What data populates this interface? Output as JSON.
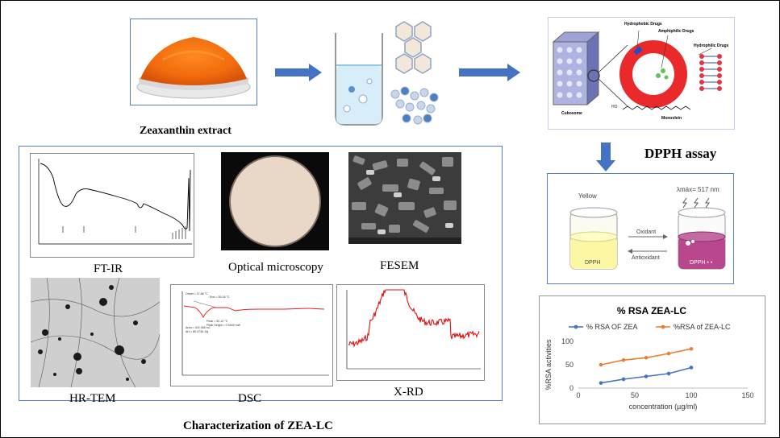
{
  "labels": {
    "zeaxanthin": "Zeaxanthin extract",
    "dpph_assay": "DPPH assay",
    "ftir": "FT-IR",
    "optical": "Optical microscopy",
    "fesem": "FESEM",
    "hrtem": "HR-TEM",
    "dsc": "DSC",
    "xrd": "X-RD",
    "characterization": "Characterization of ZEA-LC"
  },
  "cubosome": {
    "hydrophobic": "Hydrophobic Drugs",
    "amphiphilic": "Amphiphilic Drugs",
    "hydrophilic": "Hydrophilic Drugs",
    "cubosome": "Cubosome",
    "monoolein": "Monoolein"
  },
  "dpph": {
    "yellow": "Yellow",
    "lambda": "λmáx= 517 nm",
    "oxidant": "Oxidant",
    "antioxidant": "Antioxidant",
    "dpph_left": "DPPH",
    "dpph_right": "DPPH • •"
  },
  "dsc_text": {
    "onset": "Onset = 47.86 °C",
    "end": "End = 55.18 °C",
    "peak": "Peak = 52.12 °C",
    "peak_height": "Peak Height = 0.5445 mW",
    "area": "Area = 402.368 mJ",
    "delta_h": "ΔH = 80.4736 J/g"
  },
  "chart_data": {
    "type": "line",
    "title": "% RSA ZEA-LC",
    "xlabel": "concentration (µg/ml)",
    "ylabel": "%RSA activities",
    "x": [
      20,
      40,
      60,
      80,
      100
    ],
    "xlim": [
      0,
      150
    ],
    "ylim": [
      0,
      100
    ],
    "xticks": [
      0,
      50,
      100,
      150
    ],
    "yticks": [
      0,
      50,
      100
    ],
    "legend_position": "top",
    "grid": false,
    "series": [
      {
        "name": "% RSA OF ZEA",
        "color": "#4472c4",
        "values": [
          11,
          19,
          25,
          31,
          44
        ]
      },
      {
        "name": "%RSA of ZEA-LC",
        "color": "#ed7d31",
        "values": [
          50,
          60,
          65,
          74,
          84
        ]
      }
    ]
  }
}
